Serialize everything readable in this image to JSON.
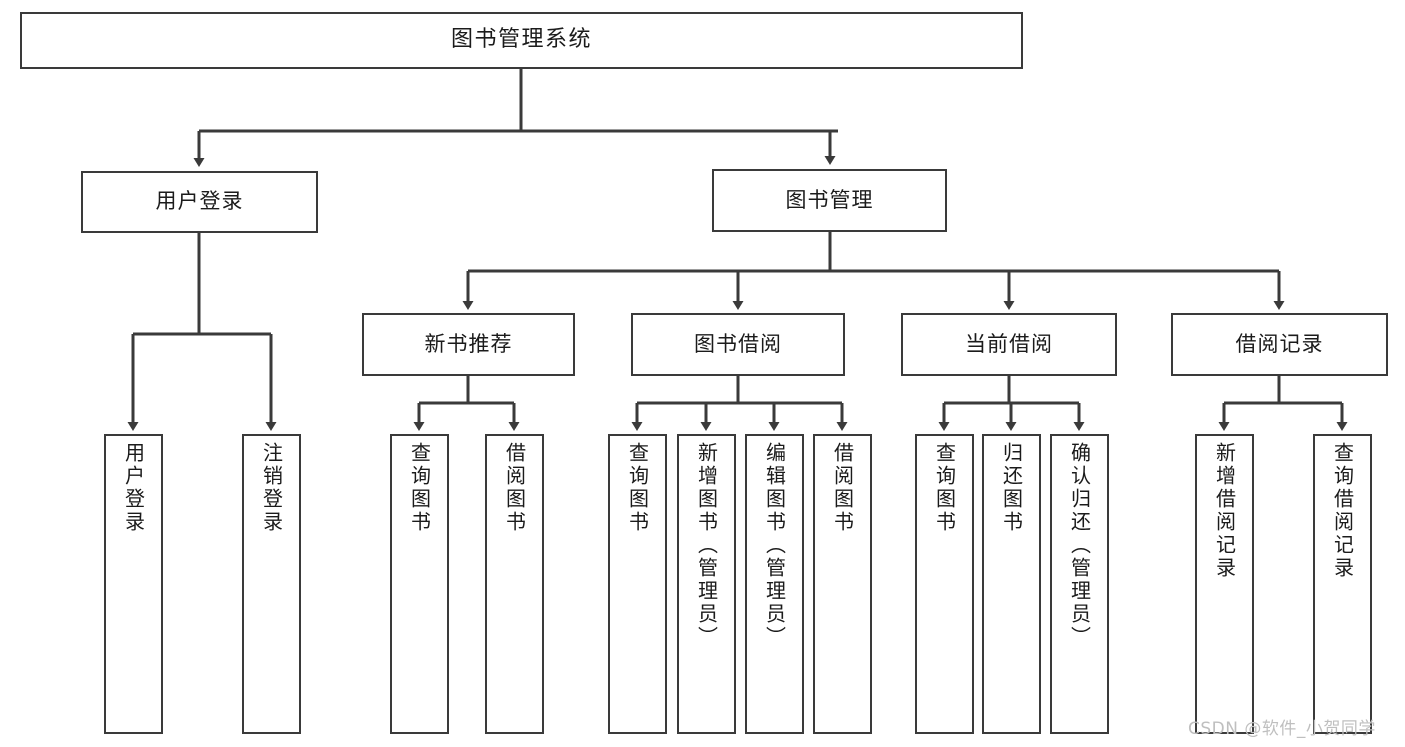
{
  "diagram": {
    "title": "图书管理系统",
    "type": "function-structure-tree",
    "orientation": "top-down",
    "line_color": "#3a3a3a",
    "box_fill": "#ffffff",
    "text_color": "#1b1b1b"
  },
  "nodes": {
    "root": {
      "label": "图书管理系统",
      "level": 1
    },
    "level2": [
      {
        "id": "user-login",
        "label": "用户登录"
      },
      {
        "id": "book-manage",
        "label": "图书管理"
      }
    ],
    "level3": [
      {
        "id": "new-book-recommend",
        "label": "新书推荐"
      },
      {
        "id": "book-borrow",
        "label": "图书借阅"
      },
      {
        "id": "current-borrow",
        "label": "当前借阅"
      },
      {
        "id": "borrow-record",
        "label": "借阅记录"
      }
    ],
    "leaves": {
      "user_login": [
        {
          "id": "leaf-user-login",
          "label": "用户登录"
        },
        {
          "id": "leaf-logout",
          "label": "注销登录"
        }
      ],
      "new_book_recommend": [
        {
          "id": "leaf-query-book-1",
          "label": "查询图书"
        },
        {
          "id": "leaf-borrow-book-1",
          "label": "借阅图书"
        }
      ],
      "book_borrow": [
        {
          "id": "leaf-query-book-2",
          "label": "查询图书"
        },
        {
          "id": "leaf-add-book",
          "label": "新增图书（管理员）"
        },
        {
          "id": "leaf-edit-book",
          "label": "编辑图书（管理员）"
        },
        {
          "id": "leaf-borrow-book-2",
          "label": "借阅图书"
        }
      ],
      "current_borrow": [
        {
          "id": "leaf-query-book-3",
          "label": "查询图书"
        },
        {
          "id": "leaf-return-book",
          "label": "归还图书"
        },
        {
          "id": "leaf-confirm-return",
          "label": "确认归还（管理员）"
        }
      ],
      "borrow_record": [
        {
          "id": "leaf-add-record",
          "label": "新增借阅记录"
        },
        {
          "id": "leaf-query-record",
          "label": "查询借阅记录"
        }
      ]
    }
  },
  "watermark": {
    "text": "CSDN @软件_小贺同学"
  }
}
